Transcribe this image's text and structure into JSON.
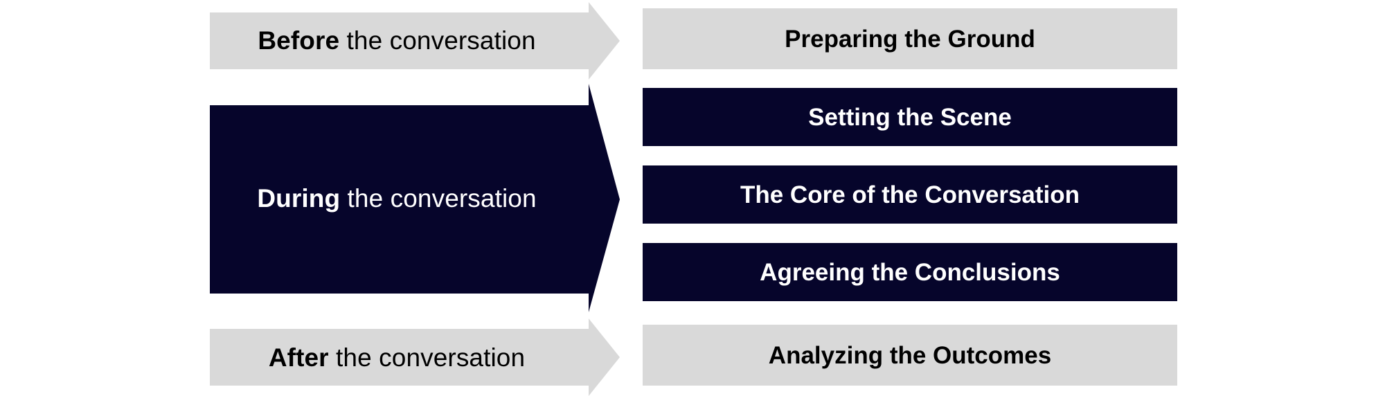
{
  "colors": {
    "light_fill": "#d9d9d9",
    "dark_fill": "#06052b",
    "light_text": "#000000",
    "dark_text": "#ffffff",
    "background": "#ffffff"
  },
  "phases": [
    {
      "id": "before",
      "lead": "Before",
      "tail": " the conversation",
      "style": "light"
    },
    {
      "id": "during",
      "lead": "During",
      "tail": " the conversation",
      "style": "dark"
    },
    {
      "id": "after",
      "lead": "After",
      "tail": " the conversation",
      "style": "light"
    }
  ],
  "stages": [
    {
      "id": "preparing-the-ground",
      "label": "Preparing the Ground",
      "style": "light"
    },
    {
      "id": "setting-the-scene",
      "label": "Setting the Scene",
      "style": "dark"
    },
    {
      "id": "the-core-of-the-conversation",
      "label": "The Core of the Conversation",
      "style": "dark"
    },
    {
      "id": "agreeing-the-conclusions",
      "label": "Agreeing the Conclusions",
      "style": "dark"
    },
    {
      "id": "analyzing-the-outcomes",
      "label": "Analyzing the Outcomes",
      "style": "light"
    }
  ]
}
